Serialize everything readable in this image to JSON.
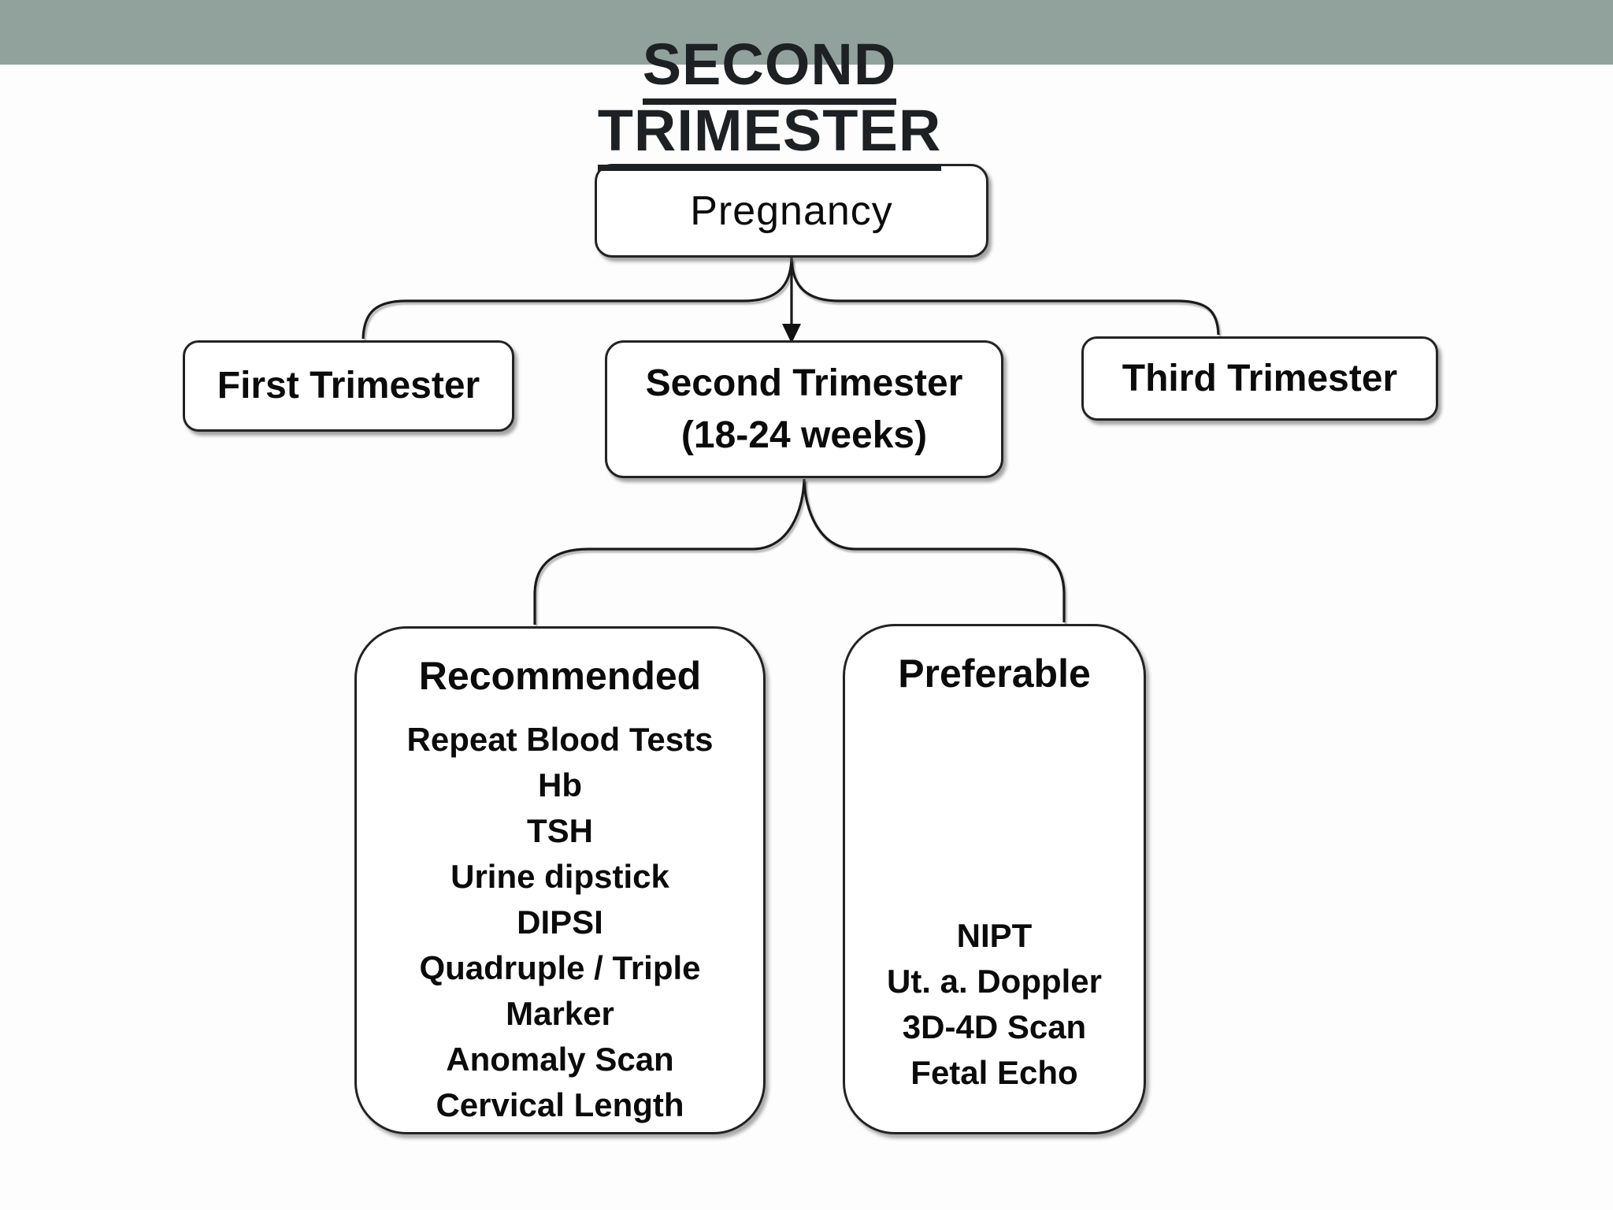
{
  "page": {
    "topbar_color": "#91a19b",
    "background_color": "#fdfdfd",
    "line_color": "#1a1a1a",
    "text_color": "#0b0b0b"
  },
  "title": {
    "line1": "SECOND",
    "line2": "TRIMESTER"
  },
  "nodes": {
    "root": {
      "label": "Pregnancy"
    },
    "first": {
      "label": "First Trimester"
    },
    "second": {
      "label_line1": "Second Trimester",
      "label_line2": "(18-24 weeks)"
    },
    "third": {
      "label": "Third Trimester"
    },
    "recommended": {
      "title": "Recommended",
      "items": [
        "Repeat Blood Tests",
        "Hb",
        "TSH",
        "Urine dipstick",
        "DIPSI",
        "Quadruple / Triple Marker",
        "Anomaly Scan",
        "Cervical Length"
      ]
    },
    "preferable": {
      "title": "Preferable",
      "items": [
        "NIPT",
        "Ut. a. Doppler",
        "3D-4D Scan",
        "Fetal Echo"
      ]
    }
  }
}
